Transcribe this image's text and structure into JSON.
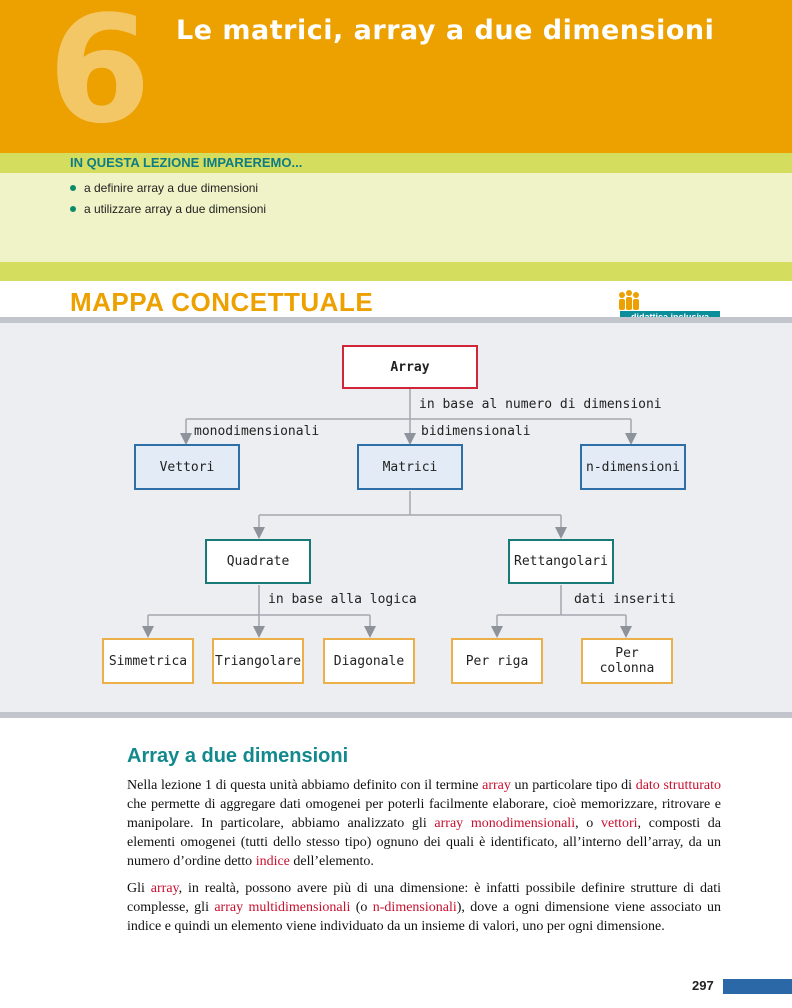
{
  "header": {
    "lesson_number": "6",
    "title": "Le matrici, array a due dimensioni"
  },
  "learn": {
    "heading": "IN QUESTA LEZIONE IMPAREREMO...",
    "items": [
      "a definire array a due dimensioni",
      "a utilizzare array a due dimensioni"
    ]
  },
  "map": {
    "heading": "MAPPA CONCETTUALE",
    "badge": "didattica inclusiva",
    "nodes": {
      "array": "Array",
      "vettori": "Vettori",
      "matrici": "Matrici",
      "ndim": "n-dimensioni",
      "quadrate": "Quadrate",
      "rettangolari": "Rettangolari",
      "simmetrica": "Simmetrica",
      "triangolare": "Triangolare",
      "diagonale": "Diagonale",
      "per_riga": "Per riga",
      "per_colonna": "Per colonna"
    },
    "labels": {
      "numero_dimensioni": "in base al numero di dimensioni",
      "mono": "monodimensionali",
      "bi": "bidimensionali",
      "logica": "in base alla logica",
      "dati_inseriti": "dati inseriti"
    }
  },
  "section": {
    "title": "Array a due dimensioni",
    "p1": [
      {
        "t": "Nella lezione 1 di questa unità abbiamo definito con il termine "
      },
      {
        "t": "array",
        "k": true
      },
      {
        "t": " un particolare tipo di "
      },
      {
        "t": "dato strutturato",
        "k": true
      },
      {
        "t": " che permette di aggregare dati omogenei per poterli facilmente elaborare, cioè memorizzare, ritrovare e manipolare. In particolare, abbiamo analizzato gli "
      },
      {
        "t": "array monodimensionali",
        "k": true
      },
      {
        "t": ", o "
      },
      {
        "t": "vettori",
        "k": true
      },
      {
        "t": ", composti da elementi omogenei (tutti dello stesso tipo) ognuno dei quali è identificato, all’interno dell’array, da un numero d’ordine detto "
      },
      {
        "t": "indice",
        "k": true
      },
      {
        "t": " dell’elemento."
      }
    ],
    "p2": [
      {
        "t": "Gli "
      },
      {
        "t": "array",
        "k": true
      },
      {
        "t": ", in realtà, possono avere più di una dimensione: è infatti possibile definire strutture di dati complesse, gli "
      },
      {
        "t": "array multidimensionali",
        "k": true
      },
      {
        "t": " (o "
      },
      {
        "t": "n-dimensionali",
        "k": true
      },
      {
        "t": "), dove a ogni dimensione viene associato un indice e quindi un elemento viene individuato da un insieme di valori, uno per ogni dimensione."
      }
    ]
  },
  "footer": {
    "page_number": "297"
  }
}
